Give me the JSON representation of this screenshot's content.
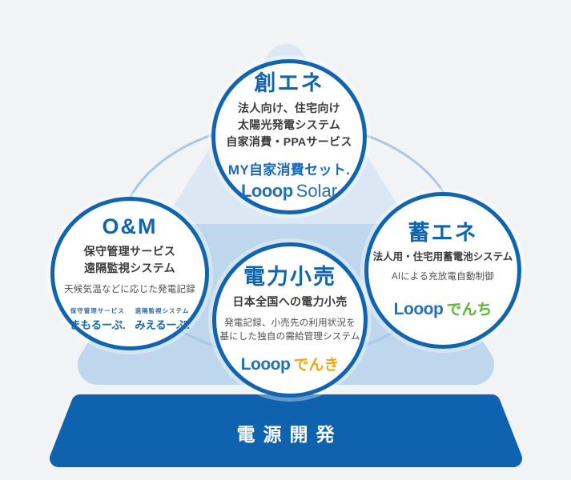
{
  "palette": {
    "background": "#f2f3f5",
    "accent_blue": "#1164ae",
    "pyramid_top": "#dbe7f3",
    "pyramid_bottom": "#bed7ec",
    "ring_blue": "#a9c8e5",
    "base_bar_blue": "#0e62ae",
    "body_text": "#3b3b3b",
    "note_text": "#4f4f4f",
    "logo_blue": "#2271b5",
    "denki_yellow": "#f0a713",
    "denchi_green": "#5eb530"
  },
  "circles": {
    "sou_ene": {
      "title": "創エネ",
      "lines": [
        "法人向け、住宅向け",
        "太陽光発電システム",
        "自家消費・PPAサービス"
      ],
      "brand": "MY自家消費セット.",
      "logo_main": "Looop",
      "logo_sub": "Solar"
    },
    "oandm": {
      "title": "O&M",
      "lines": [
        "保守管理サービス",
        "遠隔監視システム"
      ],
      "note": "天候気温などに応じた発電記録",
      "brand_labels": [
        "保守管理サービス",
        "遠隔監視システム"
      ],
      "brands": [
        "まもるーぷ.",
        "みえるーぷ."
      ]
    },
    "denryoku_kouri": {
      "title": "電力小売",
      "lines": [
        "日本全国への電力小売"
      ],
      "notes": [
        "発電記録、小売先の利用状況を",
        "基にした独自の需給管理システム"
      ],
      "logo_main": "Looop",
      "logo_sub": "でんき"
    },
    "chiku_ene": {
      "title": "蓄エネ",
      "lines": [
        "法人用・住宅用蓄電池システム"
      ],
      "note": "AIによる充放電自動制御",
      "logo_main": "Looop",
      "logo_sub": "でんち"
    }
  },
  "base_bar": {
    "label": "電源開発"
  }
}
